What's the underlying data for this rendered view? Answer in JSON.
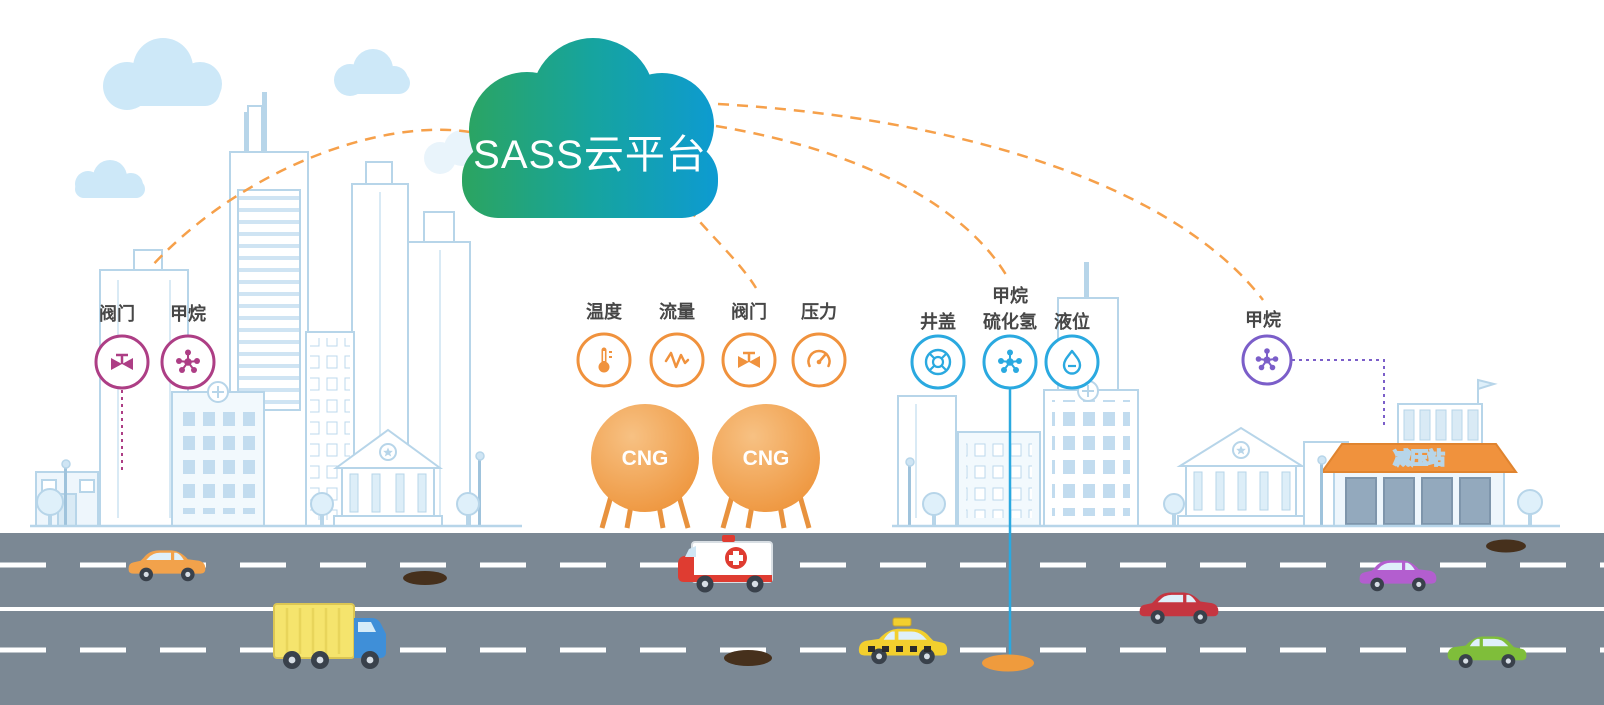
{
  "cloud": {
    "label": "SASS云平台",
    "gradient_start": "#2ca45f",
    "gradient_end": "#0d9ad4"
  },
  "connector_color": "#f6a04a",
  "sensor_groups": [
    {
      "id": "city-pipeline",
      "color": "#ad3e85",
      "sensors": [
        {
          "label": "阀门",
          "icon": "valve-icon"
        },
        {
          "label": "甲烷",
          "icon": "methane-icon"
        }
      ]
    },
    {
      "id": "cng-storage",
      "color": "#f0923d",
      "sensors": [
        {
          "label": "温度",
          "icon": "temperature-icon"
        },
        {
          "label": "流量",
          "icon": "flow-icon"
        },
        {
          "label": "阀门",
          "icon": "valve-icon"
        },
        {
          "label": "压力",
          "icon": "pressure-icon"
        }
      ]
    },
    {
      "id": "manhole-monitoring",
      "color": "#2aa9e0",
      "sensors": [
        {
          "label": "井盖",
          "icon": "manhole-icon"
        },
        {
          "label": "甲烷",
          "label2": "硫化氢",
          "icon": "methane-icon"
        },
        {
          "label": "液位",
          "icon": "level-icon"
        }
      ]
    },
    {
      "id": "pressure-reduction",
      "color": "#7b5ec9",
      "sensors": [
        {
          "label": "甲烷",
          "icon": "methane-icon"
        }
      ]
    }
  ],
  "tanks": [
    {
      "label": "CNG"
    },
    {
      "label": "CNG"
    }
  ],
  "station": {
    "label": "减压站",
    "roof_color": "#f0923d"
  },
  "road": {
    "surface_color": "#7b8894",
    "marking_color": "#ffffff"
  },
  "vehicles": [
    {
      "type": "car",
      "color": "#f2a24b"
    },
    {
      "type": "truck",
      "color": "#f5e46d"
    },
    {
      "type": "ambulance",
      "color": "#df3c31"
    },
    {
      "type": "taxi",
      "color": "#f2cf2e"
    },
    {
      "type": "car",
      "color": "#c53540"
    },
    {
      "type": "car",
      "color": "#b35ecf"
    },
    {
      "type": "car",
      "color": "#7fbe3a"
    }
  ]
}
